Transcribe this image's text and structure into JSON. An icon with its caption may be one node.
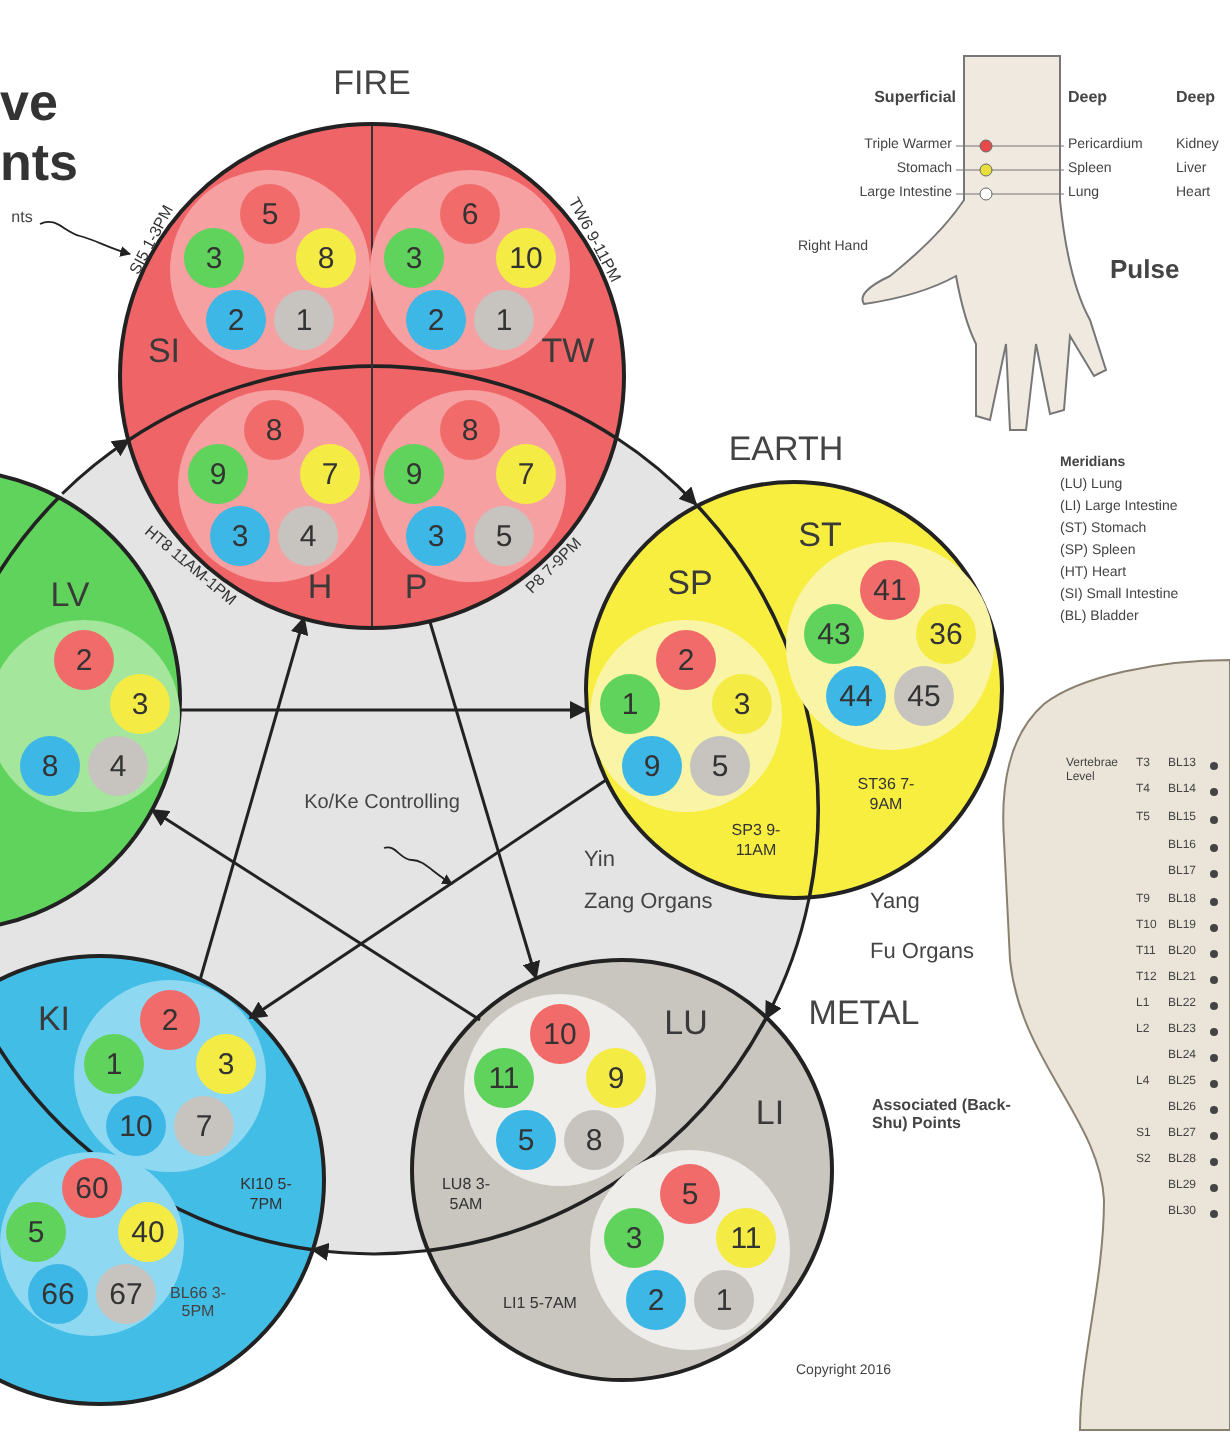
{
  "diagram": {
    "title": "ve nts",
    "nodes": [
      {
        "text": [
          "FIRE"
        ]
      },
      {
        "text": [
          "SI"
        ],
        "beside": [
          "SI5 1-3PM"
        ],
        "in": 0
      },
      {
        "text": [
          "5"
        ],
        "in": 1
      },
      {
        "text": [
          "3"
        ],
        "in": 1
      },
      {
        "text": [
          "8"
        ],
        "in": 1
      },
      {
        "text": [
          "2"
        ],
        "in": 1
      },
      {
        "text": [
          "1"
        ],
        "in": 1
      },
      {
        "text": [
          "TW"
        ],
        "beside": [
          "TW6 9-11PM"
        ],
        "in": 0
      },
      {
        "text": [
          "6"
        ],
        "in": 7
      },
      {
        "text": [
          "3"
        ],
        "in": 7
      },
      {
        "text": [
          "10"
        ],
        "in": 7
      },
      {
        "text": [
          "2"
        ],
        "in": 7
      },
      {
        "text": [
          "1"
        ],
        "in": 7
      },
      {
        "text": [
          "H"
        ],
        "beside": [
          "HT8 11AM-1PM"
        ],
        "in": 0
      },
      {
        "text": [
          "8"
        ],
        "in": 13
      },
      {
        "text": [
          "9"
        ],
        "in": 13
      },
      {
        "text": [
          "7"
        ],
        "in": 13
      },
      {
        "text": [
          "3"
        ],
        "in": 13
      },
      {
        "text": [
          "4"
        ],
        "in": 13
      },
      {
        "text": [
          "P"
        ],
        "beside": [
          "P8 7-9PM"
        ],
        "in": 0
      },
      {
        "text": [
          "8"
        ],
        "in": 19
      },
      {
        "text": [
          "9"
        ],
        "in": 19
      },
      {
        "text": [
          "7"
        ],
        "in": 19
      },
      {
        "text": [
          "3"
        ],
        "in": 19
      },
      {
        "text": [
          "5"
        ],
        "in": 19
      },
      {
        "text": [],
        "shape": "circle"
      },
      {
        "text": [
          "LV"
        ],
        "in": 25
      },
      {
        "text": [
          "2"
        ],
        "in": 26
      },
      {
        "text": [
          "3"
        ],
        "in": 26
      },
      {
        "text": [
          "8"
        ],
        "in": 26
      },
      {
        "text": [
          "4"
        ],
        "in": 26
      },
      {
        "text": [
          "EARTH"
        ]
      },
      {
        "text": [
          "SP"
        ],
        "beside": [
          "SP3 9-11AM"
        ],
        "in": 31
      },
      {
        "text": [
          "2"
        ],
        "in": 32
      },
      {
        "text": [
          "1"
        ],
        "in": 32
      },
      {
        "text": [
          "3"
        ],
        "in": 32
      },
      {
        "text": [
          "9"
        ],
        "in": 32
      },
      {
        "text": [
          "5"
        ],
        "in": 32
      },
      {
        "text": [
          "ST"
        ],
        "beside": [
          "ST36 7-9AM"
        ],
        "in": 31
      },
      {
        "text": [
          "41"
        ],
        "in": 38
      },
      {
        "text": [
          "43"
        ],
        "in": 38
      },
      {
        "text": [
          "36"
        ],
        "in": 38
      },
      {
        "text": [
          "44"
        ],
        "in": 38
      },
      {
        "text": [
          "45"
        ],
        "in": 38
      },
      {
        "text": [],
        "shape": "circle"
      },
      {
        "text": [
          "KI"
        ],
        "beside": [
          "KI10 5-7PM"
        ],
        "in": 44
      },
      {
        "text": [
          "2"
        ],
        "in": 45
      },
      {
        "text": [
          "1"
        ],
        "in": 45
      },
      {
        "text": [
          "3"
        ],
        "in": 45
      },
      {
        "text": [
          "10"
        ],
        "in": 45
      },
      {
        "text": [
          "7"
        ],
        "in": 45
      },
      {
        "text": [
          "60"
        ],
        "in": 44
      },
      {
        "text": [
          "5"
        ],
        "in": 44
      },
      {
        "text": [
          "40"
        ],
        "in": 44
      },
      {
        "text": [
          "66"
        ],
        "in": 44
      },
      {
        "text": [
          "67"
        ],
        "in": 44
      },
      {
        "text": [
          "METAL"
        ]
      },
      {
        "text": [
          "LU"
        ],
        "beside": [
          "LU8 3-5AM"
        ],
        "in": 56
      },
      {
        "text": [
          "10"
        ],
        "in": 57
      },
      {
        "text": [
          "11"
        ],
        "in": 57
      },
      {
        "text": [
          "9"
        ],
        "in": 57
      },
      {
        "text": [
          "5"
        ],
        "in": 57
      },
      {
        "text": [
          "8"
        ],
        "in": 57
      },
      {
        "text": [
          "LI"
        ],
        "beside": [
          "LI1 5-7AM"
        ],
        "in": 56
      },
      {
        "text": [
          "5"
        ],
        "in": 63
      },
      {
        "text": [
          "3"
        ],
        "in": 63
      },
      {
        "text": [
          "11"
        ],
        "in": 63
      },
      {
        "text": [
          "2"
        ],
        "in": 63
      },
      {
        "text": [
          "1"
        ],
        "in": 63
      },
      {
        "text": [
          "Ko/Ke Controlling"
        ]
      },
      {
        "text": [
          "nts"
        ]
      }
    ],
    "edges": [
      {
        "from": 25,
        "to": 0,
        "arrow": "to"
      },
      {
        "from": 0,
        "to": 31,
        "arrow": "to"
      },
      {
        "from": 31,
        "to": 56,
        "arrow": "to"
      },
      {
        "from": 56,
        "to": 44,
        "arrow": "to"
      },
      {
        "from": 25,
        "to": 31,
        "arrow": "to"
      },
      {
        "from": 44,
        "to": 0,
        "arrow": "to"
      },
      {
        "from": 0,
        "to": 56,
        "arrow": "to"
      },
      {
        "from": 31,
        "to": 44,
        "arrow": "to"
      },
      {
        "from": 56,
        "to": 25,
        "arrow": "to"
      },
      {
        "from": 69,
        "to": null,
        "arrow": "to"
      },
      {
        "from": 70,
        "to": 1,
        "arrow": "to"
      }
    ],
    "labels": [
      "Superficial",
      "Deep",
      "Deep",
      "Triple Warmer",
      "Pericardium",
      "Kidney",
      "Stomach",
      "Spleen",
      "Liver",
      "Large Intestine",
      "Lung",
      "Heart",
      "Right Hand",
      "Pulse",
      "Meridians",
      "(LU) Lung",
      "(LI) Large Intestine",
      "(ST) Stomach",
      "(SP) Spleen",
      "(HT) Heart",
      "(SI) Small Intestine",
      "(BL) Bladder",
      "Yin",
      "Zang Organs",
      "Yang",
      "Fu Organs",
      "Vertebrae Level",
      "T3",
      "BL13",
      "T4",
      "BL14",
      "T5",
      "BL15",
      "BL16",
      "BL17",
      "T9",
      "BL18",
      "T10",
      "BL19",
      "T11",
      "BL20",
      "T12",
      "BL21",
      "L1",
      "BL22",
      "L2",
      "BL23",
      "BL24",
      "L4",
      "BL25",
      "BL26",
      "S1",
      "BL27",
      "S2",
      "BL28",
      "BL29",
      "BL30",
      "BL66 3-5PM",
      "Associated (Back-Shu) Points",
      "Copyright 2016"
    ]
  }
}
